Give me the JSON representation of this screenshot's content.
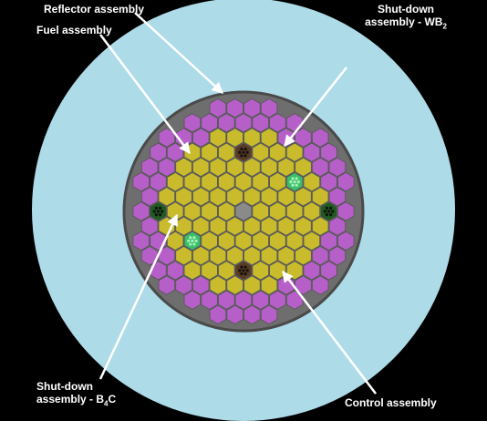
{
  "labels": {
    "reflector": "Reflector assembly",
    "fuel": "Fuel assembly",
    "shutdown_wb2_line1": "Shut-down",
    "shutdown_wb2_line2": "assembly - WB",
    "shutdown_wb2_sub": "2",
    "shutdown_b4c_line1": "Shut-down",
    "shutdown_b4c_line2_pre": "assembly - B",
    "shutdown_b4c_sub": "4",
    "shutdown_b4c_line2_post": "C",
    "control": "Control assembly"
  },
  "colors": {
    "background": "#000000",
    "outer_ring": "#aedbe8",
    "vessel": "#6e6e6e",
    "vessel_border": "#4a4a4a",
    "fuel": "#c9bb2c",
    "reflector": "#b65fc9",
    "control": "#3bbf6a",
    "shutdown_b4c": "#1f5a1f",
    "shutdown_wb2": "#5a3a22",
    "center": "#8a8a8a",
    "cell_border": "#555555",
    "arrow": "#ffffff",
    "label_text": "#ffffff"
  }
}
